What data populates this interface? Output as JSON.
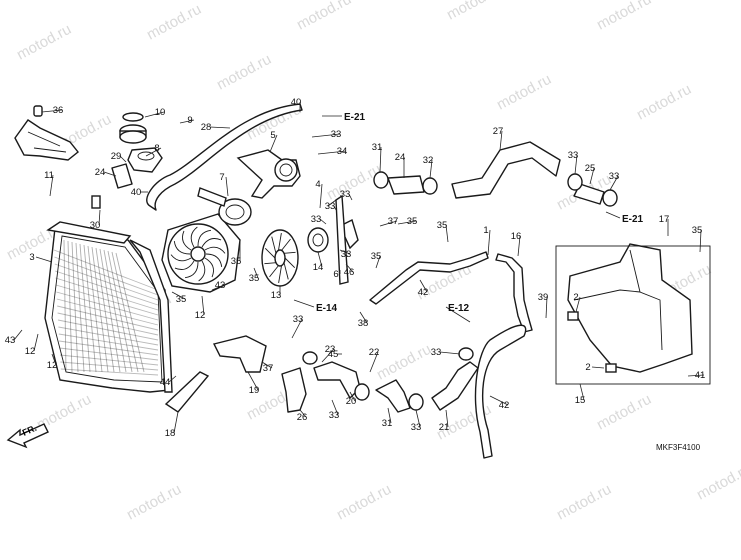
{
  "watermark_text": "motod.ru",
  "diagram_code": "MKF3F4100",
  "front_arrow_label": "FR.",
  "references": [
    "E-21",
    "E-21",
    "E-14",
    "E-12"
  ],
  "callouts": [
    "1",
    "2",
    "2",
    "3",
    "4",
    "5",
    "6",
    "7",
    "8",
    "9",
    "10",
    "11",
    "12",
    "12",
    "12",
    "13",
    "14",
    "15",
    "16",
    "17",
    "18",
    "19",
    "20",
    "21",
    "22",
    "23",
    "24",
    "24",
    "25",
    "26",
    "27",
    "28",
    "29",
    "30",
    "31",
    "31",
    "32",
    "33",
    "33",
    "33",
    "33",
    "33",
    "33",
    "33",
    "33",
    "33",
    "33",
    "33",
    "34",
    "35",
    "35",
    "35",
    "35",
    "35",
    "35",
    "35",
    "36",
    "37",
    "37",
    "38",
    "39",
    "40",
    "40",
    "41",
    "42",
    "42",
    "43",
    "43",
    "44",
    "45",
    "46",
    "47",
    "47",
    "48"
  ]
}
